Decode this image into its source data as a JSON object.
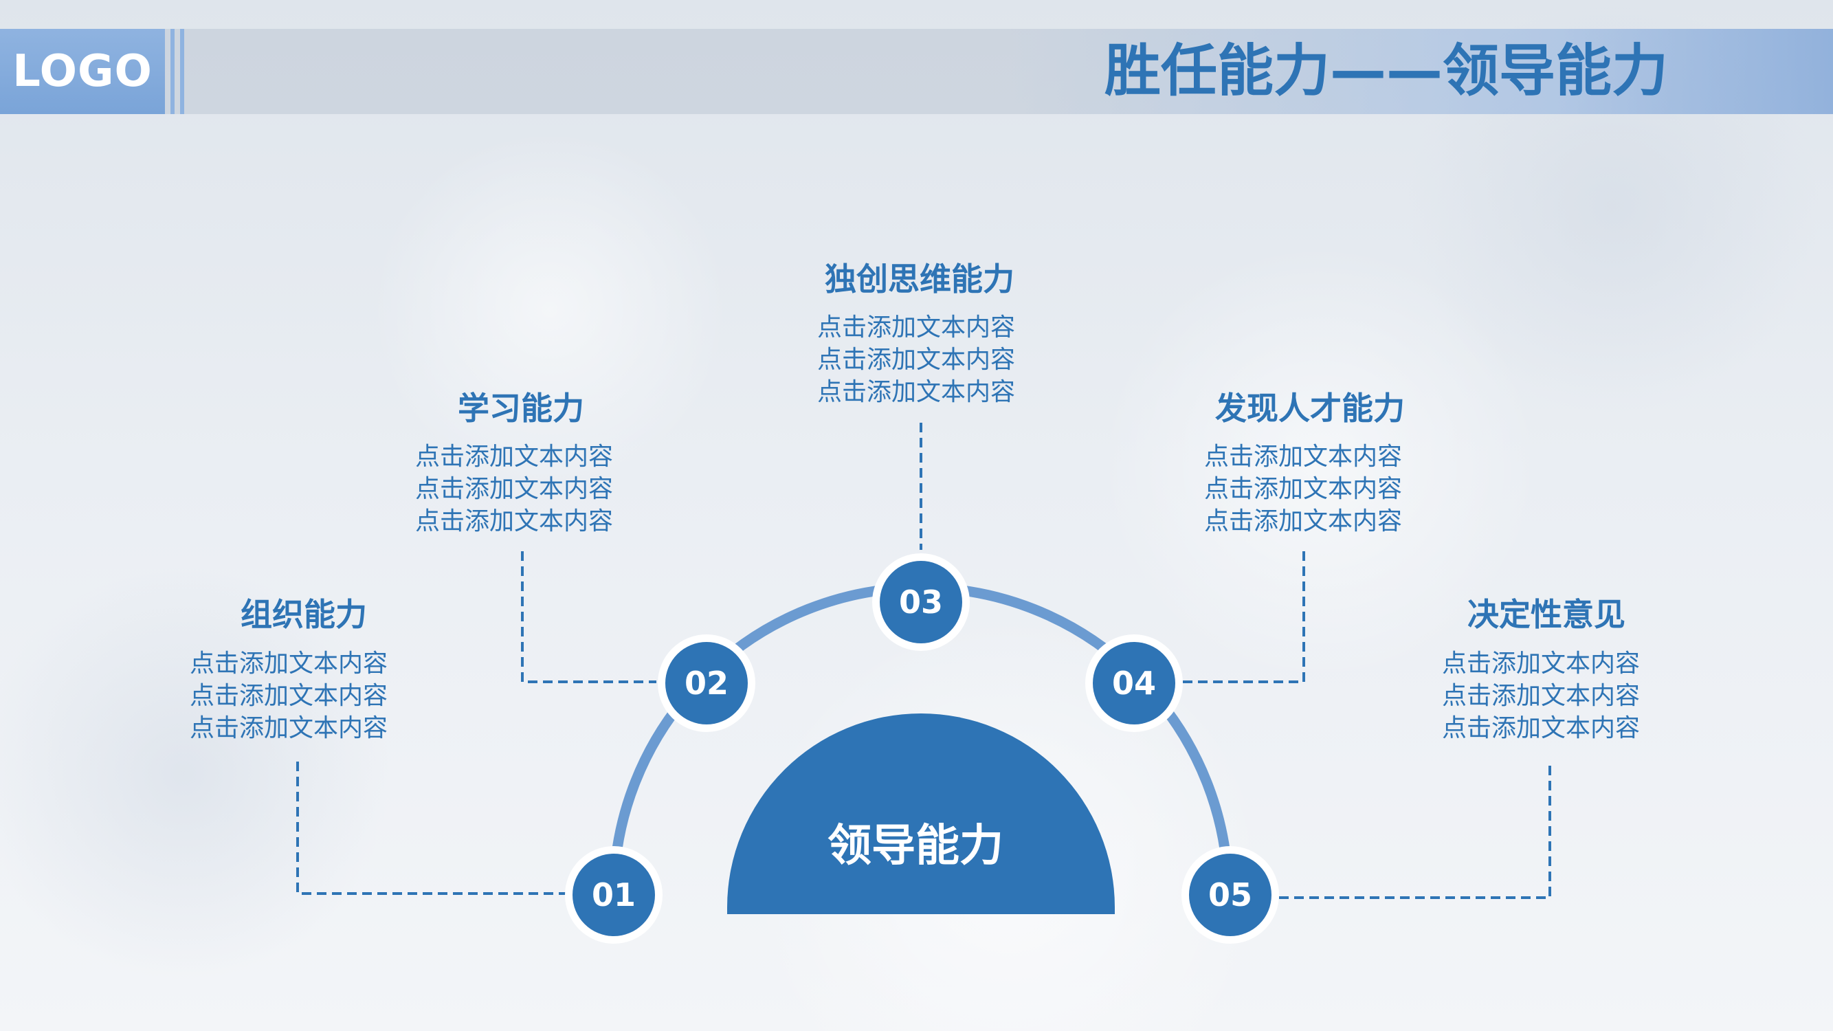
{
  "header": {
    "logo": "LOGO",
    "title": "胜任能力——领导能力"
  },
  "center": {
    "label": "领导能力"
  },
  "nodes": [
    {
      "number": "01",
      "title": "组织能力",
      "lines": [
        "点击添加文本内容",
        "点击添加文本内容",
        "点击添加文本内容"
      ]
    },
    {
      "number": "02",
      "title": "学习能力",
      "lines": [
        "点击添加文本内容",
        "点击添加文本内容",
        "点击添加文本内容"
      ]
    },
    {
      "number": "03",
      "title": "独创思维能力",
      "lines": [
        "点击添加文本内容",
        "点击添加文本内容",
        "点击添加文本内容"
      ]
    },
    {
      "number": "04",
      "title": "发现人才能力",
      "lines": [
        "点击添加文本内容",
        "点击添加文本内容",
        "点击添加文本内容"
      ]
    },
    {
      "number": "05",
      "title": "决定性意见",
      "lines": [
        "点击添加文本内容",
        "点击添加文本内容",
        "点击添加文本内容"
      ]
    }
  ],
  "colors": {
    "primary": "#2e74b5",
    "arc": "#6b9bd1",
    "node_ring": "#ffffff"
  }
}
